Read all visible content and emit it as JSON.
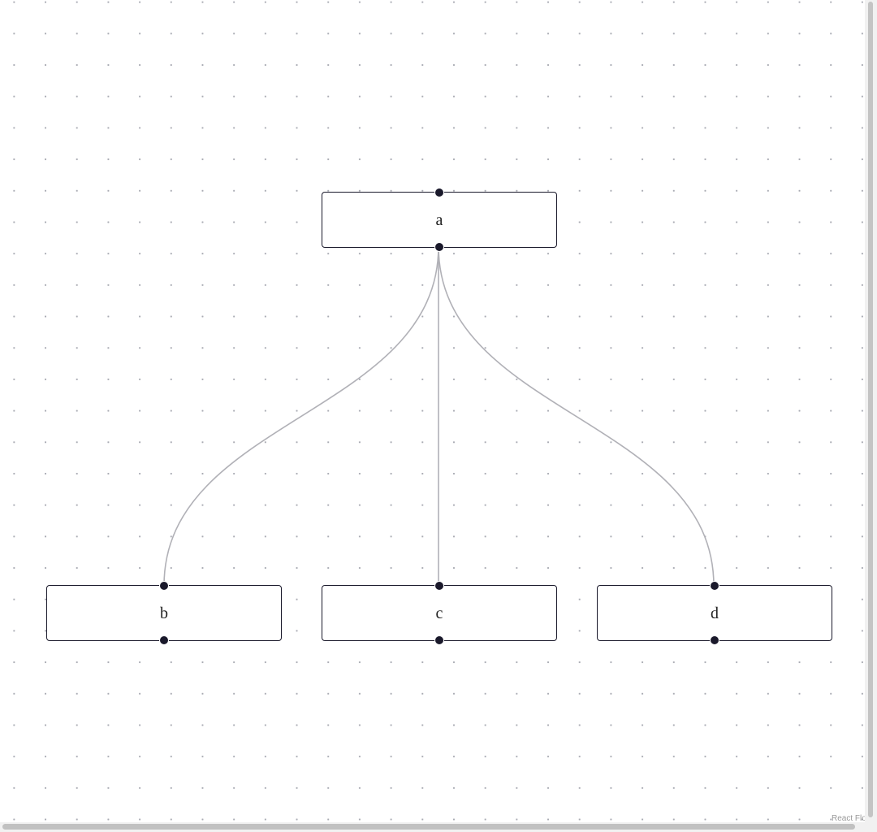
{
  "nodes": {
    "a": {
      "label": "a"
    },
    "b": {
      "label": "b"
    },
    "c": {
      "label": "c"
    },
    "d": {
      "label": "d"
    }
  },
  "edges": [
    {
      "source": "a",
      "target": "b",
      "type": "bezier"
    },
    {
      "source": "a",
      "target": "c",
      "type": "bezier"
    },
    {
      "source": "a",
      "target": "d",
      "type": "bezier"
    }
  ],
  "attribution": {
    "text": "React Flow"
  },
  "colors": {
    "node_border": "#1a192b",
    "handle": "#1a192b",
    "edge": "#b1b1b7",
    "background_dots": "#a9abb3"
  },
  "icons": {
    "handle": "dot"
  }
}
